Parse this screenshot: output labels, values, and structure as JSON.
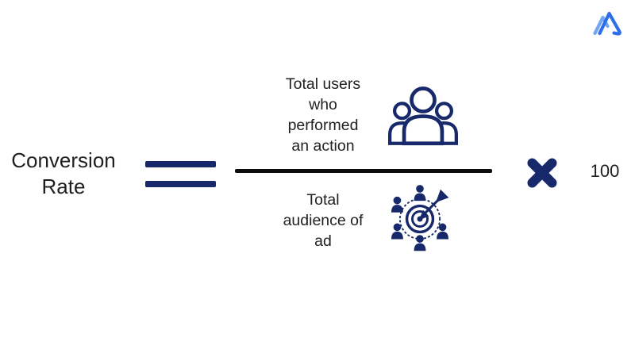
{
  "page": {
    "background_color": "#ffffff"
  },
  "colors": {
    "navy": "#17296b",
    "text": "#1f1f1f",
    "fraction_bar": "#0d0d0d",
    "logo_primary": "#2e6fe8",
    "logo_secondary": "#74a7f3"
  },
  "logo": {
    "icon": "mountain-logo"
  },
  "formula": {
    "result": {
      "label": "Conversion Rate",
      "lines": [
        "Conversion",
        "Rate"
      ]
    },
    "operator_equals": "=",
    "numerator": {
      "label": "Total users who performed an action",
      "lines": [
        "Total users",
        "who",
        "performed",
        "an action"
      ],
      "icon": "users-group"
    },
    "denominator": {
      "label": "Total audience of ad",
      "lines": [
        "Total",
        "audience of",
        "ad"
      ],
      "icon": "audience-target"
    },
    "operator_multiply": "×",
    "multiplier": "100"
  }
}
